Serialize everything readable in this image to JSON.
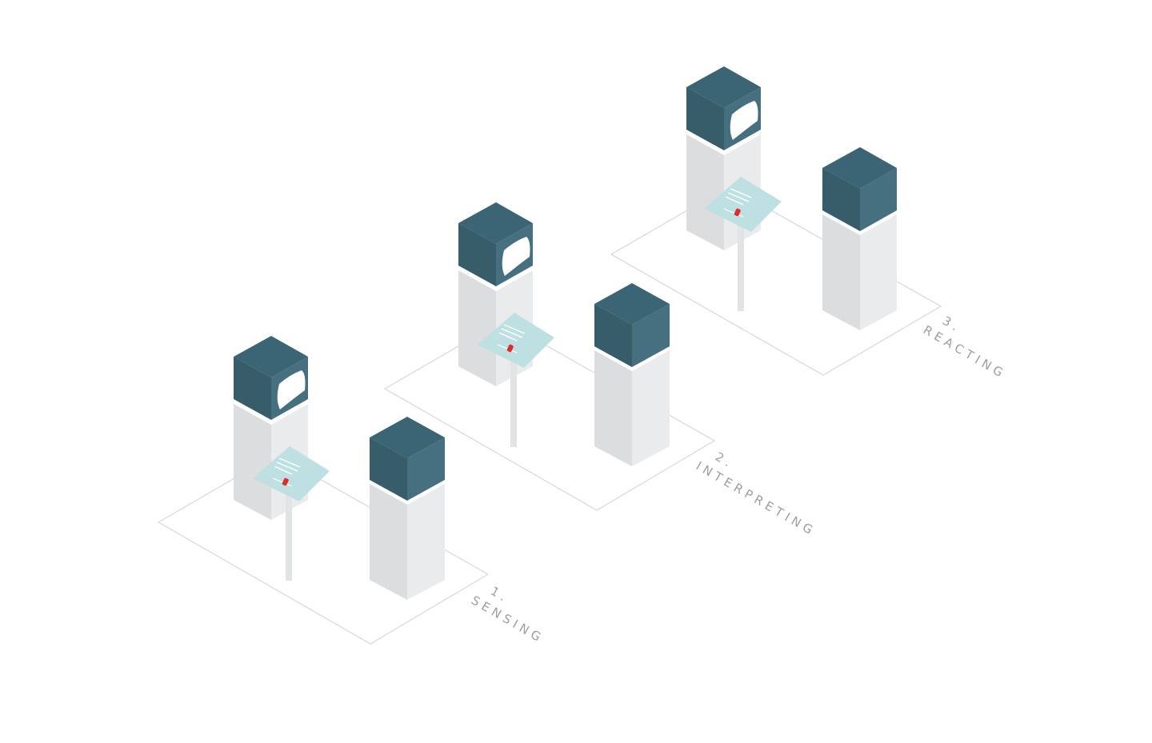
{
  "colors": {
    "cube_top": "#3b6474",
    "cube_left": "#375c6a",
    "cube_right": "#466f7f",
    "plinth_left": "#dcdddf",
    "plinth_right": "#eaebed",
    "lectern_top": "#bfe0e2",
    "lectern_line": "#ffffff",
    "button_red": "#e02b2b",
    "stand": "#e2e3e5",
    "floor_line": "#d6d8da",
    "label_text": "#9a9fa3"
  },
  "stages": [
    {
      "number": "1.",
      "name": "SENSING"
    },
    {
      "number": "2.",
      "name": "INTERPRETING"
    },
    {
      "number": "3.",
      "name": "REACTING"
    }
  ]
}
